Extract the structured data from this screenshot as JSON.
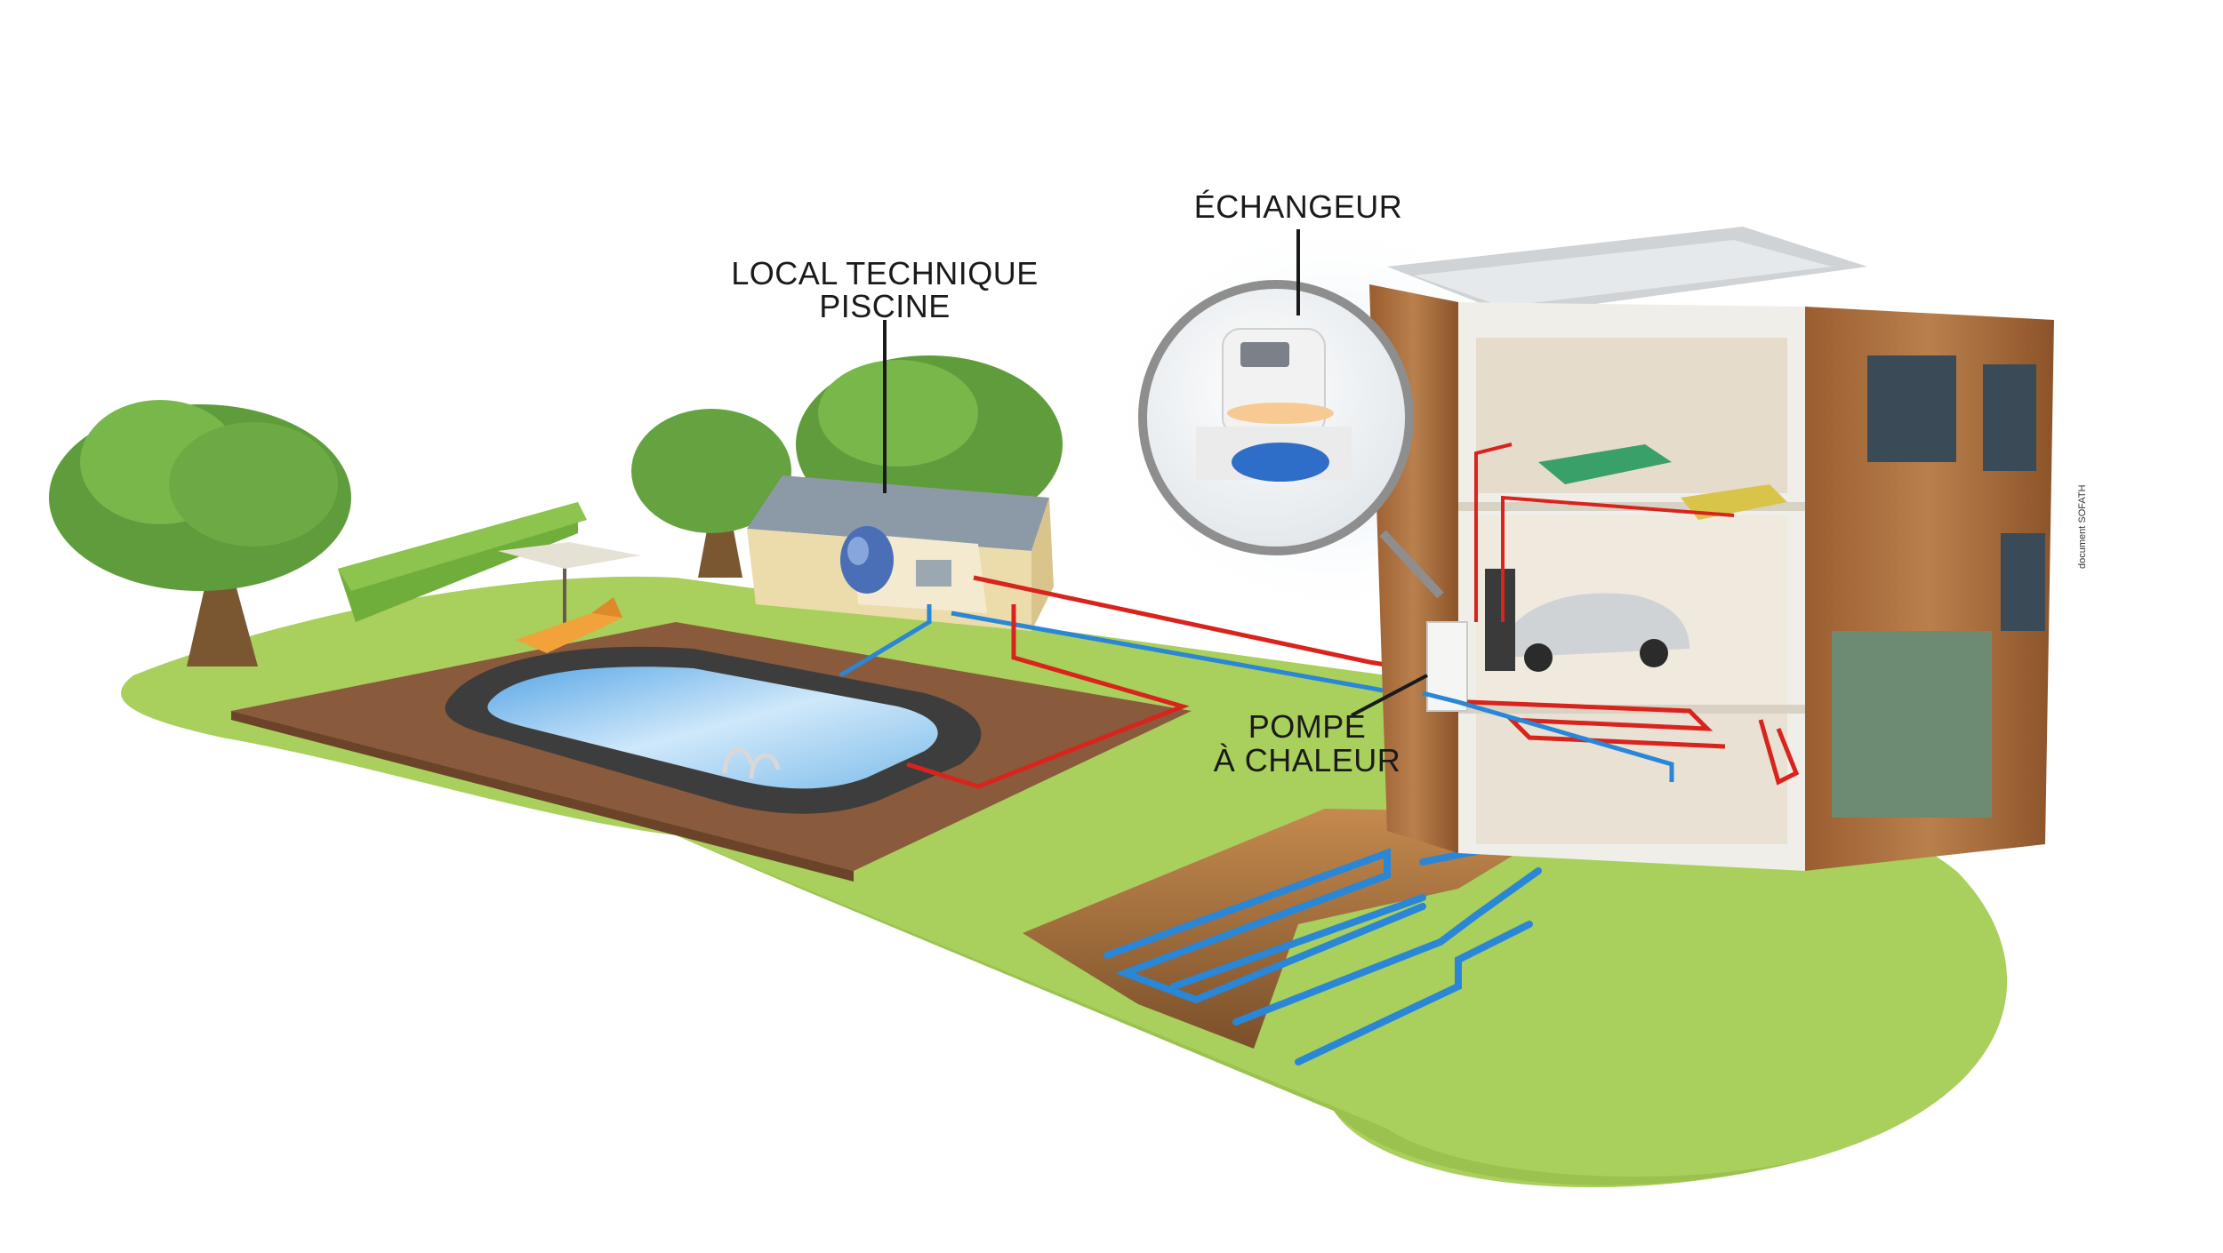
{
  "labels": {
    "local_line1": "LOCAL TECHNIQUE",
    "local_line2": "PISCINE",
    "echangeur": "ÉCHANGEUR",
    "pompe_line1": "POMPE",
    "pompe_line2": "À CHALEUR"
  },
  "credit": "document SOFATH",
  "colors": {
    "hot_pipe": "#d9231d",
    "cold_pipe": "#2a86d6",
    "lawn": "#a9cf5c",
    "deck": "#8a5a3c",
    "pool_water": "#8fc6ee",
    "wood_cladding": "#a86a3c",
    "soil": "#b07a45"
  },
  "icons": [
    "tree-icon",
    "parasol-icon",
    "sunlounger-icon",
    "pool-ladder-icon",
    "tank-icon",
    "bed-icon",
    "car-icon",
    "magnifier-icon"
  ]
}
